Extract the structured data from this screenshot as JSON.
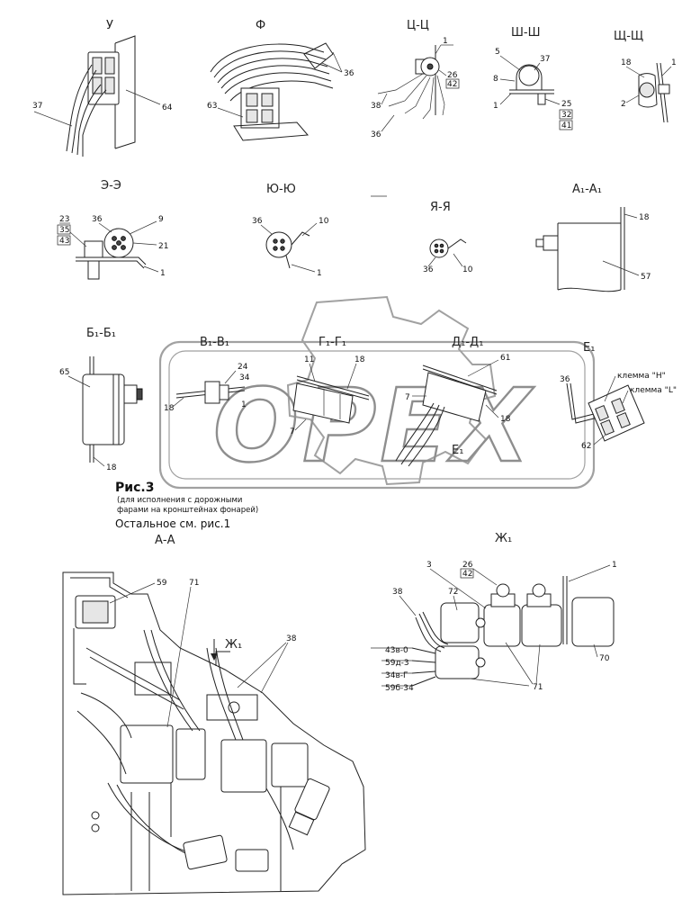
{
  "views": {
    "u": "У",
    "f": "Ф",
    "ts": "Ц-Ц",
    "sh": "Ш-Ш",
    "shch": "Щ-Щ",
    "ee": "Э-Э",
    "yuyu": "Ю-Ю",
    "yaya": "Я-Я",
    "a1": "А₁-А₁",
    "b1": "Б₁-Б₁",
    "v1": "В₁-В₁",
    "g1": "Г₁-Г₁",
    "d1": "Д₁-Д₁",
    "e1": "Е₁",
    "e1_ref": "Е₁",
    "aa": "А-А",
    "zh1": "Ж₁",
    "zh1_ref": "Ж₁"
  },
  "caption": {
    "figure": "Рис.3",
    "line1": "(для исполнения с дорожными",
    "line2": "фарами на кронштейнах фонарей)",
    "rest": "Остальное см. рис.1"
  },
  "watermark": "OPEX",
  "clamps": {
    "h": "клемма \"Н\"",
    "l": "клемма \"L\""
  },
  "wires": {
    "w1": "43в-0",
    "w2": "59д-3",
    "w3": "34в-Г",
    "w4": "59б-34"
  },
  "callouts": {
    "u": [
      "37",
      "64"
    ],
    "f": [
      "63",
      "36"
    ],
    "ts": [
      "1",
      "26",
      "42",
      "38",
      "36"
    ],
    "sh": [
      "5",
      "37",
      "8",
      "1",
      "25",
      "32",
      "41"
    ],
    "shch": [
      "18",
      "1",
      "2"
    ],
    "ee": [
      "23",
      "35",
      "43",
      "36",
      "9",
      "21",
      "1"
    ],
    "yuyu": [
      "36",
      "10",
      "1"
    ],
    "yaya": [
      "36",
      "10"
    ],
    "a1": [
      "18",
      "57"
    ],
    "b1": [
      "65",
      "18"
    ],
    "v1": [
      "24",
      "34",
      "18",
      "1"
    ],
    "g1": [
      "11",
      "18",
      "7"
    ],
    "d1": [
      "61",
      "7",
      "18"
    ],
    "e1": [
      "36",
      "62"
    ],
    "aa": [
      "59",
      "71",
      "38"
    ],
    "zh1": [
      "3",
      "26",
      "42",
      "1",
      "38",
      "72",
      "70",
      "71"
    ]
  }
}
